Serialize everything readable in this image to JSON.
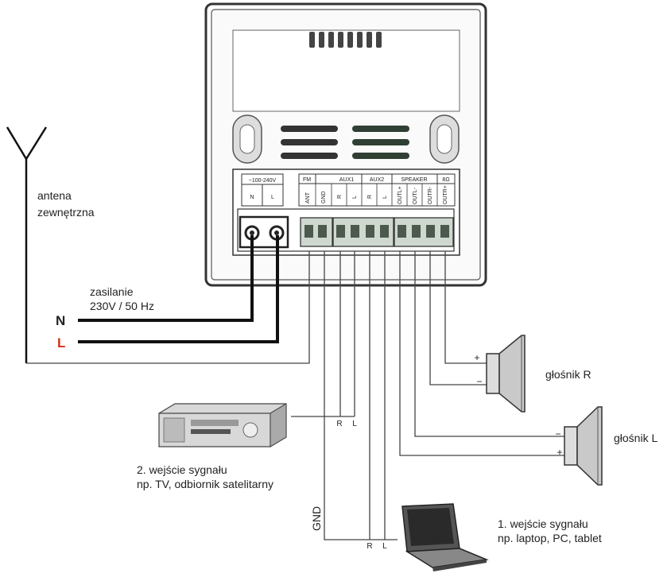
{
  "labels": {
    "antenna_line1": "antena",
    "antenna_line2": "zewnętrzna",
    "power_line1": "zasilanie",
    "power_line2": "230V / 50 Hz",
    "n_wire": "N",
    "l_wire": "L",
    "speaker_r": "głośnik R",
    "speaker_l": "głośnik L",
    "input2_line1": "2. wejście sygnału",
    "input2_line2": "np. TV, odbiornik satelitarny",
    "input1_line1": "1. wejście sygnału",
    "input1_line2": "np. laptop, PC, tablet",
    "gnd": "GND",
    "aux2_r": "R",
    "aux2_l": "L",
    "aux1_r": "R",
    "aux1_l": "L",
    "plus": "+",
    "minus": "−"
  },
  "terminal_panel": {
    "power_header": "~100-240V",
    "power_n": "N",
    "power_l": "L",
    "fm": "FM",
    "ant": "ANT",
    "gnd": "GND",
    "aux1": "AUX1",
    "aux1_r": "R",
    "aux1_l": "L",
    "aux2": "AUX2",
    "aux2_r": "R",
    "aux2_l": "L",
    "speaker": "SPEAKER",
    "bd": "8Ω",
    "spk1": "OUTL+",
    "spk2": "OUTL-",
    "spk3": "OUTR-",
    "spk4": "OUTR+"
  },
  "colors": {
    "l_wire_label": "#d0301c",
    "device_frame": "#333333",
    "wire": "#444444"
  }
}
